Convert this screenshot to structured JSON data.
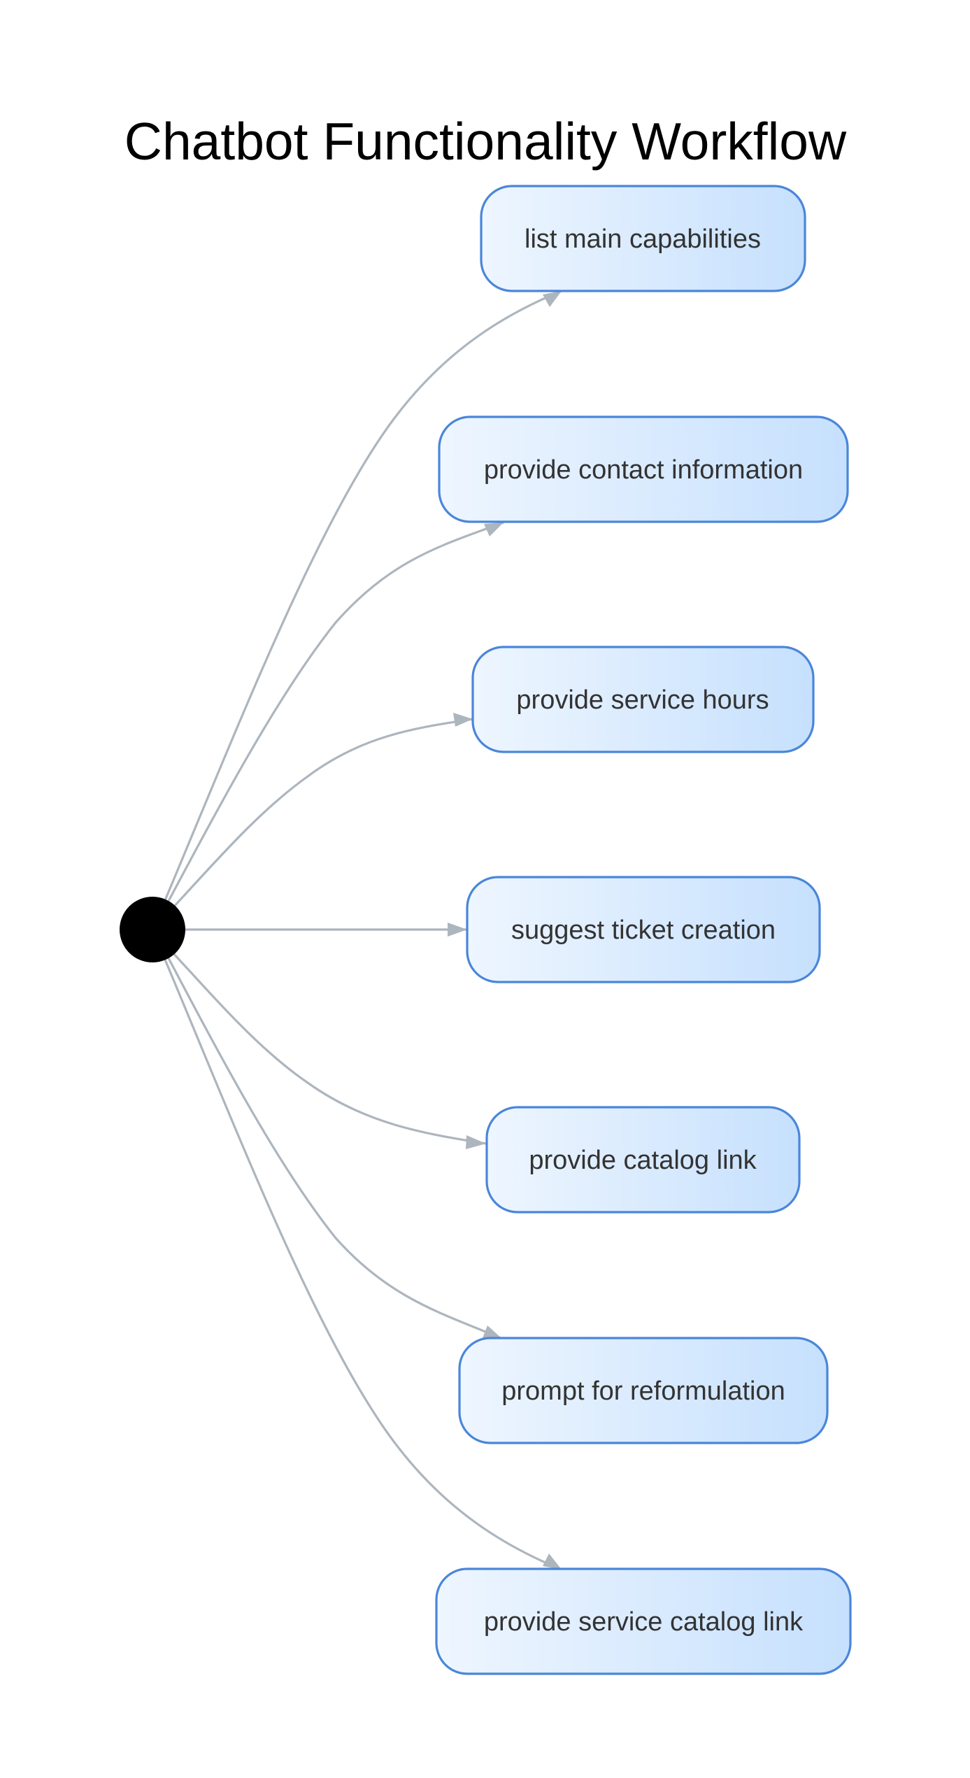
{
  "title": "Chatbot Functionality Workflow",
  "start_node": {
    "name": "start",
    "shape": "filled-circle",
    "color": "#000000"
  },
  "states": [
    {
      "id": "s1",
      "label": "list main capabilities"
    },
    {
      "id": "s2",
      "label": "provide contact information"
    },
    {
      "id": "s3",
      "label": "provide service hours"
    },
    {
      "id": "s4",
      "label": "suggest ticket creation"
    },
    {
      "id": "s5",
      "label": "provide catalog link"
    },
    {
      "id": "s6",
      "label": "prompt for reformulation"
    },
    {
      "id": "s7",
      "label": "provide service catalog link"
    }
  ],
  "edges": [
    {
      "from": "start",
      "to": "s1"
    },
    {
      "from": "start",
      "to": "s2"
    },
    {
      "from": "start",
      "to": "s3"
    },
    {
      "from": "start",
      "to": "s4"
    },
    {
      "from": "start",
      "to": "s5"
    },
    {
      "from": "start",
      "to": "s6"
    },
    {
      "from": "start",
      "to": "s7"
    }
  ],
  "colors": {
    "node_fill_start": "#eef6ff",
    "node_fill_end": "#c6e0fd",
    "node_border": "#4a86d9",
    "edge": "#adb5bd",
    "label_text": "#333333",
    "title_text": "#000000"
  }
}
